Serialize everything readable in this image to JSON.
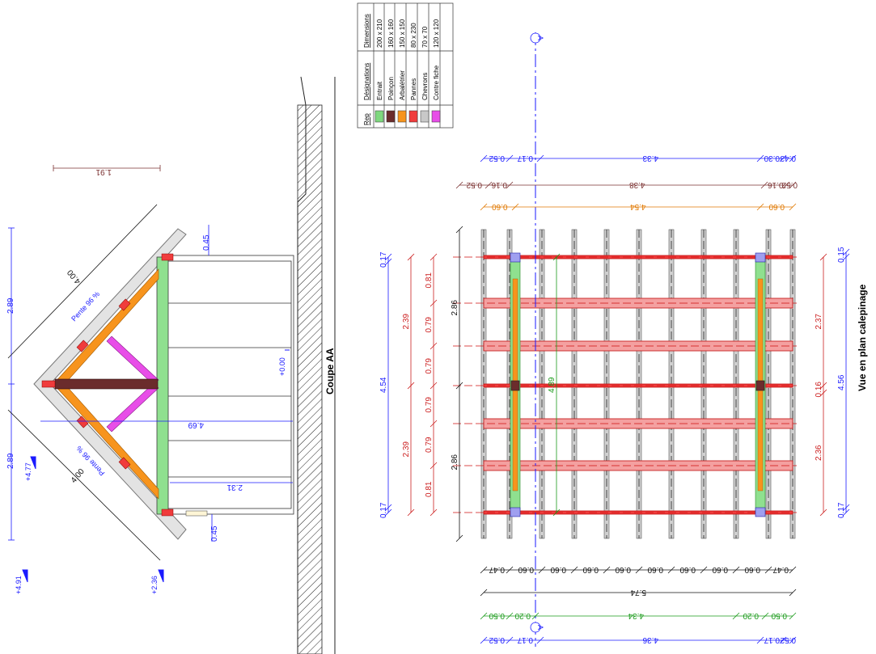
{
  "titles": {
    "section": "Coupe AA",
    "plan": "Vue en plan calepinage"
  },
  "table": {
    "headers": [
      "Rep",
      "Désignations",
      "Dimensions"
    ],
    "rows": [
      {
        "color": "#7ed87e",
        "name": "Entrait",
        "dims": "200 x 210"
      },
      {
        "color": "#6b2c2c",
        "name": "Poinçon",
        "dims": "160 x 160"
      },
      {
        "color": "#f7941d",
        "name": "Arbalétrier",
        "dims": "150 x 150"
      },
      {
        "color": "#f03c3c",
        "name": "Pannes",
        "dims": "80 x 230"
      },
      {
        "color": "#c8c8c8",
        "name": "Chevrons",
        "dims": "70 x 70"
      },
      {
        "color": "#e84de8",
        "name": "Contre fiche",
        "dims": "120 x 120"
      }
    ]
  },
  "section": {
    "rafter_top": "4.00",
    "rafter_bottom": "4.00",
    "slope_top": "Pente 96 %",
    "slope_bottom": "Pente 96 %",
    "dim_left_top": "2.89",
    "dim_left_bottom": "2.89",
    "overhang_top": "1.91",
    "span": "4.69",
    "span2": "2.31",
    "wall_top": "0.45",
    "wall_bottom": "0.45",
    "level_0": "+0.00",
    "level_477": "+4.77",
    "level_491": "+4.91",
    "level_236": "+2.36"
  },
  "plan": {
    "marker": "A",
    "left_blue": [
      "0.17",
      "4.54",
      "0.17"
    ],
    "left_red": [
      "2.39",
      "2.39"
    ],
    "left_red_inner": [
      "0.81",
      "0.79",
      "0.79",
      "0.79",
      "0.79",
      "0.81"
    ],
    "left_black": [
      "2.86",
      "2.86"
    ],
    "green_mid": "4.89",
    "right_red": [
      "2.37",
      "0.16",
      "2.36"
    ],
    "right_blue": [
      "0.15",
      "4.56",
      "0.17"
    ],
    "top_blue": [
      "0.52",
      "0.17",
      "4.33",
      "0.30",
      "0.43"
    ],
    "top_brown": [
      "0.52",
      "0.16",
      "4.38",
      "0.16",
      "0.52"
    ],
    "top_orange": [
      "0.60",
      "4.54",
      "0.60"
    ],
    "bottom_spacing": [
      "0.47",
      "0.60",
      "0.60",
      "0.60",
      "0.60",
      "0.60",
      "0.60",
      "0.60",
      "0.60",
      "0.47"
    ],
    "bottom_total": "5.74",
    "bottom_green": [
      "0.50",
      "0.20",
      "4.34",
      "0.20",
      "0.50"
    ],
    "bottom_blue": [
      "0.52",
      "0.17",
      "4.36",
      "0.17",
      "0.52"
    ]
  }
}
